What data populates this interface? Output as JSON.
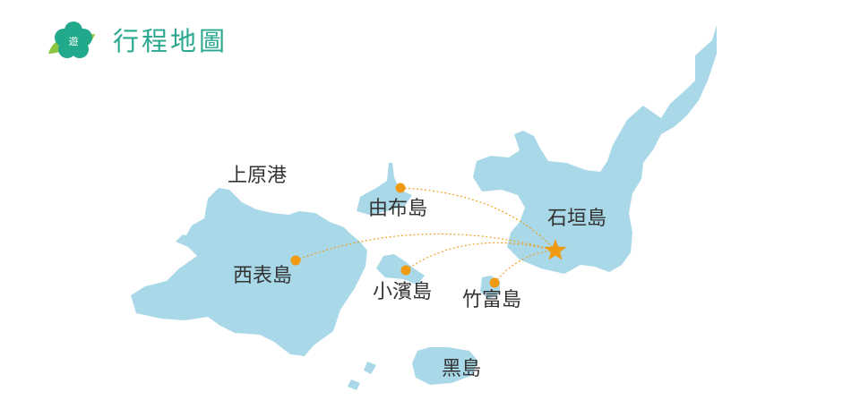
{
  "header": {
    "title": "行程地圖",
    "logo_text": "遊"
  },
  "colors": {
    "title": "#2aa890",
    "land": "#a9d8e8",
    "route": "#f0a020",
    "marker": "#ef9a10",
    "logo_flower": "#22a88a",
    "logo_leaf": "#8cc63f",
    "label": "#333333"
  },
  "map": {
    "places": [
      {
        "id": "uehara",
        "name": "上原港",
        "marker": false
      },
      {
        "id": "yubu",
        "name": "由布島",
        "marker": true
      },
      {
        "id": "ishigaki",
        "name": "石垣島",
        "marker": "star"
      },
      {
        "id": "iriomote",
        "name": "西表島",
        "marker": true
      },
      {
        "id": "kohama",
        "name": "小濱島",
        "marker": true
      },
      {
        "id": "taketomi",
        "name": "竹富島",
        "marker": true
      },
      {
        "id": "kuroshima",
        "name": "黑島",
        "marker": false
      }
    ],
    "routes": [
      {
        "from": "yubu",
        "to": "ishigaki"
      },
      {
        "from": "iriomote",
        "to": "ishigaki"
      },
      {
        "from": "kohama",
        "to": "ishigaki"
      },
      {
        "from": "taketomi",
        "to": "ishigaki"
      }
    ]
  }
}
